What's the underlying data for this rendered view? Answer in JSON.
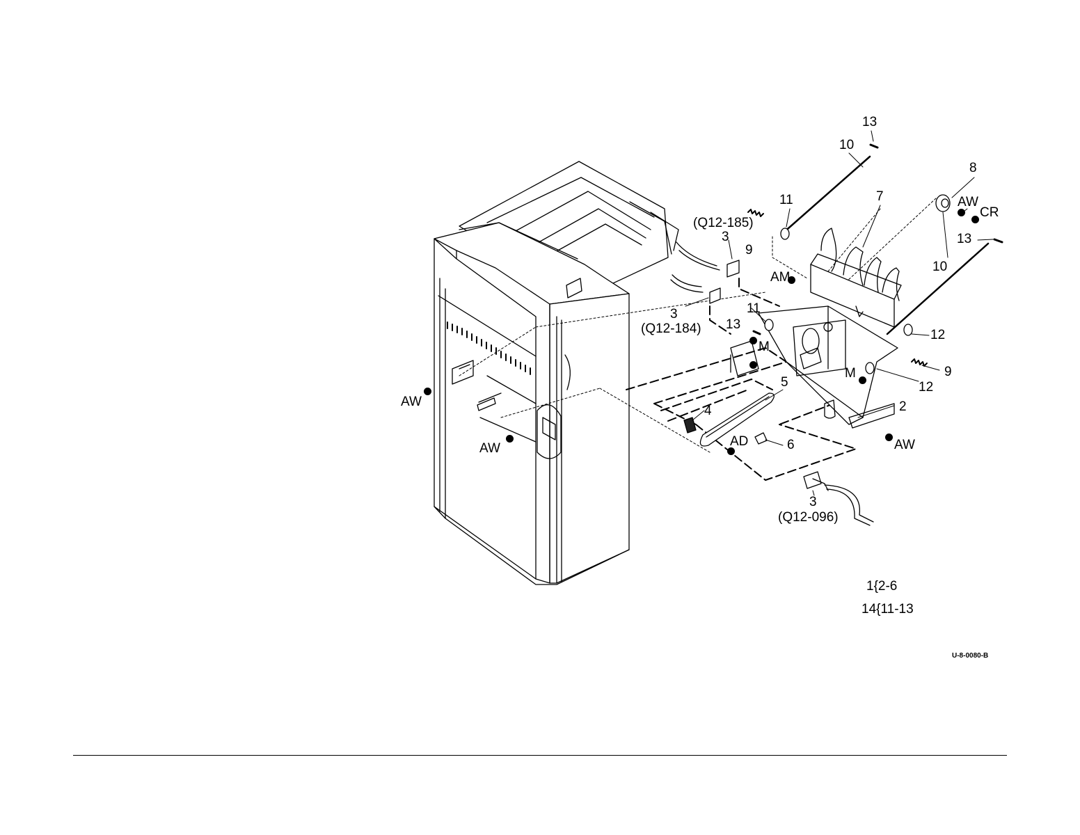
{
  "diagram": {
    "callouts": {
      "c13a": "13",
      "c10a": "10",
      "c8": "8",
      "c11a": "11",
      "c7": "7",
      "c_aw_top": "AW",
      "c_cr": "CR",
      "c13b": "13",
      "c10b": "10",
      "c_q185": "(Q12-185)",
      "c3a": "3",
      "c9a": "9",
      "c_am": "AM",
      "c3b": "3",
      "c11b": "11",
      "c13c": "13",
      "c_q184": "(Q12-184)",
      "c_m1": "M",
      "c12a": "12",
      "c9b": "9",
      "c_m2": "M",
      "c12b": "12",
      "c5": "5",
      "c4": "4",
      "c2": "2",
      "c_aw_left": "AW",
      "c_aw_mid": "AW",
      "c_ad": "AD",
      "c6": "6",
      "c_aw_right": "AW",
      "c3c": "3",
      "c_q096": "(Q12-096)"
    },
    "kit_note_1": "1{2-6",
    "kit_note_2": "14{11-13",
    "figure_code": "U-8-0080-B"
  }
}
